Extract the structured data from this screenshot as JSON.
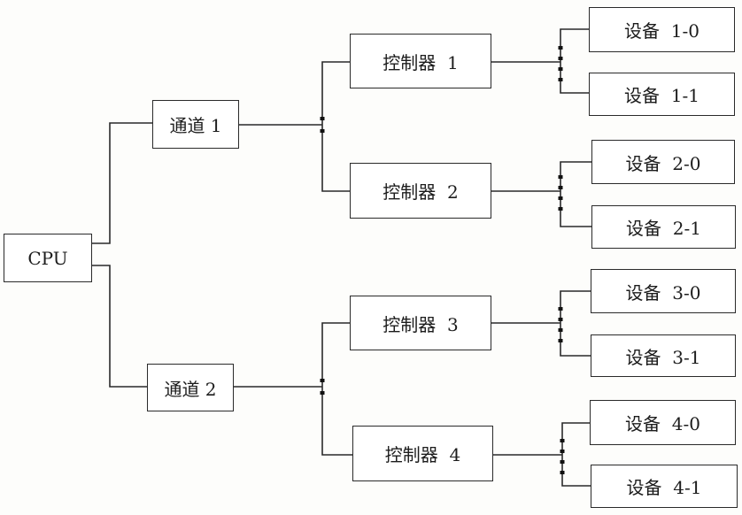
{
  "colors": {
    "line": "#2a2a2a",
    "box_border": "#2a2a2a",
    "text": "#1c1c1c",
    "background": "#fdfdfb"
  },
  "nodes": {
    "cpu": "CPU",
    "channel_1": "通道 1",
    "channel_2": "通道 2",
    "controller_1": "控制器  1",
    "controller_2": "控制器  2",
    "controller_3": "控制器  3",
    "controller_4": "控制器  4",
    "device_1_0": "设备  1-0",
    "device_1_1": "设备  1-1",
    "device_2_0": "设备  2-0",
    "device_2_1": "设备  2-1",
    "device_3_0": "设备  3-0",
    "device_3_1": "设备  3-1",
    "device_4_0": "设备  4-0",
    "device_4_1": "设备  4-1"
  },
  "connections": [
    [
      "cpu",
      "channel_1"
    ],
    [
      "cpu",
      "channel_2"
    ],
    [
      "channel_1",
      "controller_1"
    ],
    [
      "channel_1",
      "controller_2"
    ],
    [
      "channel_2",
      "controller_3"
    ],
    [
      "channel_2",
      "controller_4"
    ],
    [
      "controller_1",
      "device_1_0"
    ],
    [
      "controller_1",
      "device_1_1"
    ],
    [
      "controller_2",
      "device_2_0"
    ],
    [
      "controller_2",
      "device_2_1"
    ],
    [
      "controller_3",
      "device_3_0"
    ],
    [
      "controller_3",
      "device_3_1"
    ],
    [
      "controller_4",
      "device_4_0"
    ],
    [
      "controller_4",
      "device_4_1"
    ]
  ]
}
